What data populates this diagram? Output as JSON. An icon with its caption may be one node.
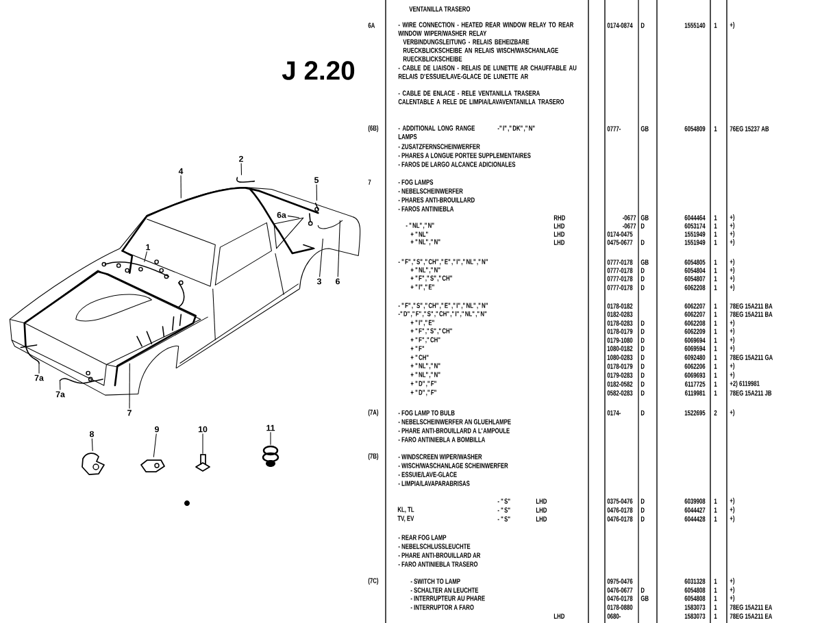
{
  "diagram": {
    "title": "J 2.20",
    "nodes": [
      {
        "text": [
          "2"
        ]
      },
      {
        "text": [
          "4"
        ]
      },
      {
        "text": [
          "5"
        ]
      },
      {
        "text": [
          "6a"
        ]
      },
      {
        "text": [
          "1"
        ]
      },
      {
        "text": [
          "3"
        ]
      },
      {
        "text": [
          "6"
        ]
      },
      {
        "text": [
          "7a"
        ]
      },
      {
        "text": [
          "7a"
        ]
      },
      {
        "text": [
          "7"
        ]
      },
      {
        "text": [
          "8"
        ]
      },
      {
        "text": [
          "9"
        ]
      },
      {
        "text": [
          "10"
        ]
      },
      {
        "text": [
          "11"
        ]
      },
      {
        "text": [],
        "shape": "picture"
      },
      {
        "text": [],
        "shape": "picture"
      },
      {
        "text": [],
        "shape": "picture"
      },
      {
        "text": [],
        "shape": "picture"
      }
    ],
    "edges": [
      {
        "from": 0,
        "to": null,
        "arrow": "none"
      },
      {
        "from": 1,
        "to": null,
        "arrow": "none"
      },
      {
        "from": 2,
        "to": null,
        "arrow": "none"
      },
      {
        "from": 3,
        "to": null,
        "arrow": "none"
      },
      {
        "from": 4,
        "to": null,
        "arrow": "none"
      },
      {
        "from": 5,
        "to": null,
        "arrow": "none"
      },
      {
        "from": 6,
        "to": null,
        "arrow": "none"
      },
      {
        "from": 7,
        "to": null,
        "arrow": "none"
      },
      {
        "from": 8,
        "to": null,
        "arrow": "none"
      },
      {
        "from": 9,
        "to": null,
        "arrow": "none"
      },
      {
        "from": 10,
        "to": 14,
        "arrow": "none"
      },
      {
        "from": 11,
        "to": 15,
        "arrow": "none"
      },
      {
        "from": 12,
        "to": 16,
        "arrow": "none"
      },
      {
        "from": 13,
        "to": 17,
        "arrow": "none"
      }
    ],
    "labels": [
      "VENTANILLA TRASERO",
      "6A",
      "- WIRE CONNECTION - HEATED REAR WINDOW RELAY TO REAR WINDOW WIPER/WASHER RELAY",
      "0174-0874",
      "D",
      "1555140",
      "1",
      "+)",
      "VERBINDUNGSLEITUNG - RELAIS BEHEIZBARE RUECKBLICKSCHEIBE AN RELAIS WISCH/WASCHANLAGE RUECKBLICKSCHEIBE",
      "- CABLE DE LIAISON - RELAIS DE LUNETTE AR CHAUFFABLE AU RELAIS D'ESSUIE/LAVE-GLACE DE LUNETTE AR",
      "- CABLE DE ENLACE - RELE VENTANILLA TRASERA CALENTABLE A RELE DE LIMPIA/LAVAVENTANILLA TRASERO",
      "(6B)",
      "- ADDITIONAL LONG RANGE LAMPS",
      "-\"I\",\"DK\",\"N\"",
      "0777-",
      "GB",
      "6054809",
      "1",
      "76EG 15237 AB",
      "- ZUSATZFERNSCHEINWERFER",
      "- PHARES A LONGUE PORTEE SUPPLEMENTAIRES",
      "- FAROS DE LARGO ALCANCE ADICIONALES",
      "7",
      "- FOG LAMPS",
      "- NEBELSCHEINWERFER",
      "- PHARES ANTI-BROUILLARD",
      "- FAROS ANTINIEBLA",
      "RHD",
      "-0677",
      "GB",
      "6044464",
      "1",
      "+)",
      "- \"NL\",\"N\"",
      "LHD",
      "-0677",
      "D",
      "6053174",
      "1",
      "+)",
      "+ \"NL\"",
      "LHD",
      "0174-0475",
      "1551949",
      "1",
      "+)",
      "+ \"NL\",\"N\"",
      "LHD",
      "0475-0677",
      "D",
      "1551949",
      "1",
      "+)",
      "- \"F\",\"S\",\"CH\",\"E\",\"I\",\"NL\",\"N\"",
      "0777-0178",
      "GB",
      "6054805",
      "1",
      "+)",
      "+ \"NL\",\"N\"",
      "0777-0178",
      "D",
      "6054804",
      "1",
      "+)",
      "+ \"F\",\"S\",\"CH\"",
      "0777-0178",
      "D",
      "6054807",
      "1",
      "+)",
      "+ \"I\",\"E\"",
      "0777-0178",
      "D",
      "6062208",
      "1",
      "+)",
      "- \"F\",\"S\",\"CH\",\"E\",\"I\",\"NL\",\"N\"",
      "0178-0182",
      "6062207",
      "1",
      "78EG 15A211 BA",
      "-\"D\",\"F\",\"S\",\"CH\",\"I\",\"NL\",\"N\"",
      "0182-0283",
      "6062207",
      "1",
      "78EG 15A211 BA",
      "+ \"I\",\"E\"",
      "0178-0283",
      "D",
      "6062208",
      "1",
      "+)",
      "+ \"F\",\"S\",\"CH\"",
      "0178-0179",
      "D",
      "6062209",
      "1",
      "+)",
      "+ \"F\",\"CH\"",
      "0179-1080",
      "D",
      "6069694",
      "1",
      "+)",
      "+ \"F\"",
      "1080-0182",
      "D",
      "6069594",
      "1",
      "+)",
      "+ \"CH\"",
      "1080-0283",
      "D",
      "6092480",
      "1",
      "78EG 15A211 GA",
      "+ \"NL\",\"N\"",
      "0178-0179",
      "D",
      "6062206",
      "1",
      "+)",
      "+ \"NL\",\"N\"",
      "0179-0283",
      "D",
      "6069693",
      "1",
      "+)",
      "+ \"D\",\"F\"",
      "0182-0582",
      "D",
      "6117725",
      "1",
      "+2) 6119981",
      "+ \"D\",\"F\"",
      "0582-0283",
      "D",
      "6119981",
      "1",
      "78EG 15A211 JB",
      "(7A)",
      "- FOG LAMP TO BULB",
      "0174-",
      "D",
      "1522695",
      "2",
      "+)",
      "- NEBELSCHEINWERFER AN GLUEHLAMPE",
      "- PHARE ANTI-BROUILLARD A L'AMPOULE",
      "- FARO ANTINIEBLA A BOMBILLA",
      "(7B)",
      "- WINDSCREEN WIPER/WASHER",
      "- WISCH/WASCHANLAGE SCHEINWERFER",
      "- ESSUIE/LAVE-GLACE",
      "- LIMPIA/LAVAPARABRISAS",
      "- \"S\"",
      "LHD",
      "0375-0476",
      "D",
      "6039908",
      "1",
      "+)",
      "KL, TL",
      "- \"S\"",
      "LHD",
      "0476-0178",
      "D",
      "6044427",
      "1",
      "+)",
      "TV, EV",
      "- \"S\"",
      "LHD",
      "0476-0178",
      "D",
      "6044428",
      "1",
      "+)",
      "- REAR FOG LAMP",
      "- NEBELSCHLUSSLEUCHTE",
      "- PHARE ANTI-BROUILLARD AR",
      "- FARO ANTINIEBLA TRASERO",
      "(7C)",
      "- SWITCH TO LAMP",
      "0975-0476",
      "6031328",
      "1",
      "+)",
      "- SCHALTER AN LEUCHTE",
      "0476-0677",
      "D",
      "6054808",
      "1",
      "+)",
      "- INTERRUPTEUR AU PHARE",
      "0476-0178",
      "GB",
      "6054808",
      "1",
      "+)",
      "- INTERRUPTOR A FARO",
      "0178-0880",
      "1583073",
      "1",
      "78EG 15A211 EA",
      "LHD",
      "0680-",
      "1583073",
      "1",
      "78EG 15A211 EA"
    ]
  }
}
